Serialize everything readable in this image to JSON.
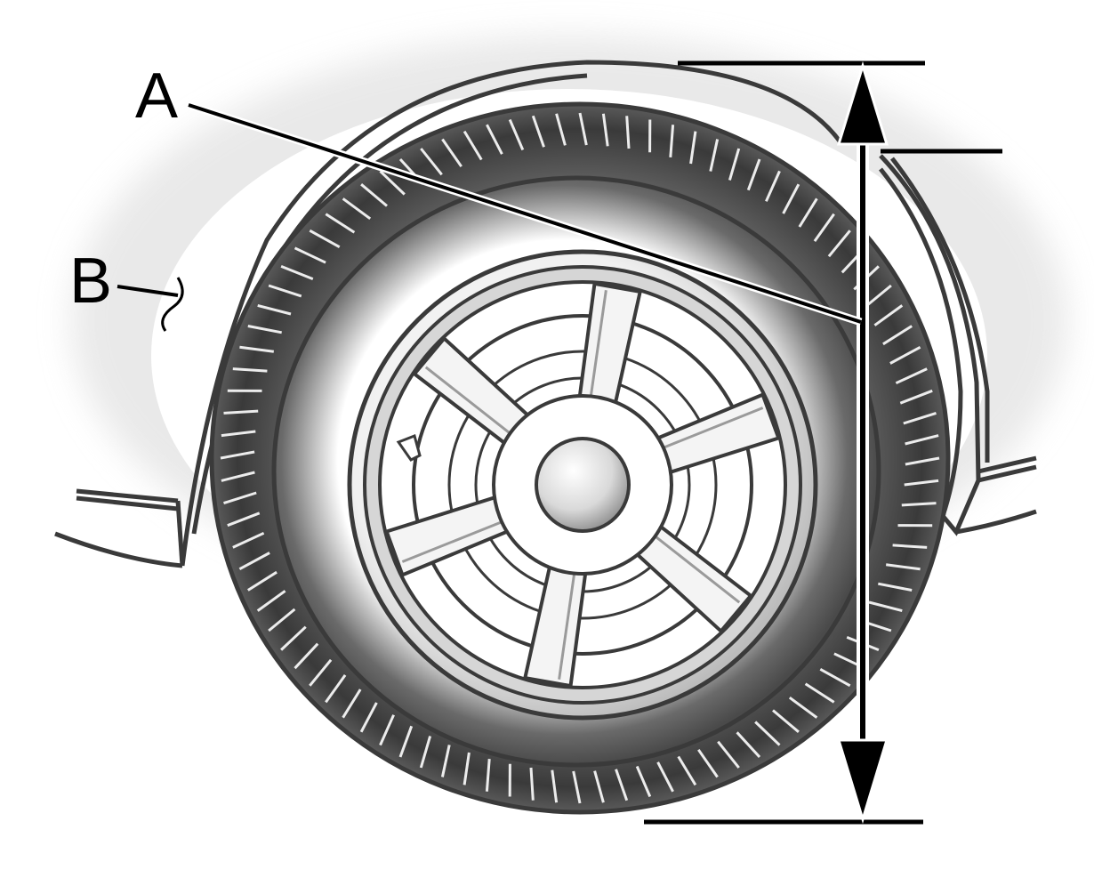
{
  "labels": {
    "a": "A",
    "b": "B"
  },
  "colors": {
    "line": "#000000",
    "outline": "#3a3a3a",
    "background": "#ffffff"
  },
  "wheel": {
    "spoke_count": 6
  }
}
